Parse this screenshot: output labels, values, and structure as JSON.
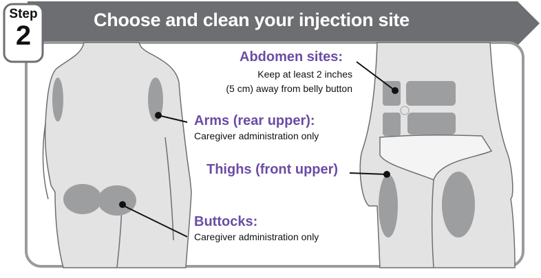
{
  "header": {
    "title": "Choose and clean your injection site",
    "step_word": "Step",
    "step_number": "2"
  },
  "sites": {
    "abdomen": {
      "label": "Abdomen sites:",
      "note_line1": "Keep at least 2 inches",
      "note_line2": "(5 cm) away from belly button"
    },
    "arms": {
      "label": "Arms (rear upper):",
      "note": "Caregiver administration only"
    },
    "thighs": {
      "label": "Thighs (front upper)"
    },
    "buttocks": {
      "label": "Buttocks:",
      "note": "Caregiver administration only"
    }
  },
  "colors": {
    "banner": "#6d6e71",
    "label": "#6a4ca5",
    "body": "#e3e3e4",
    "site": "#9d9ea0",
    "outline": "#6d6e71"
  }
}
